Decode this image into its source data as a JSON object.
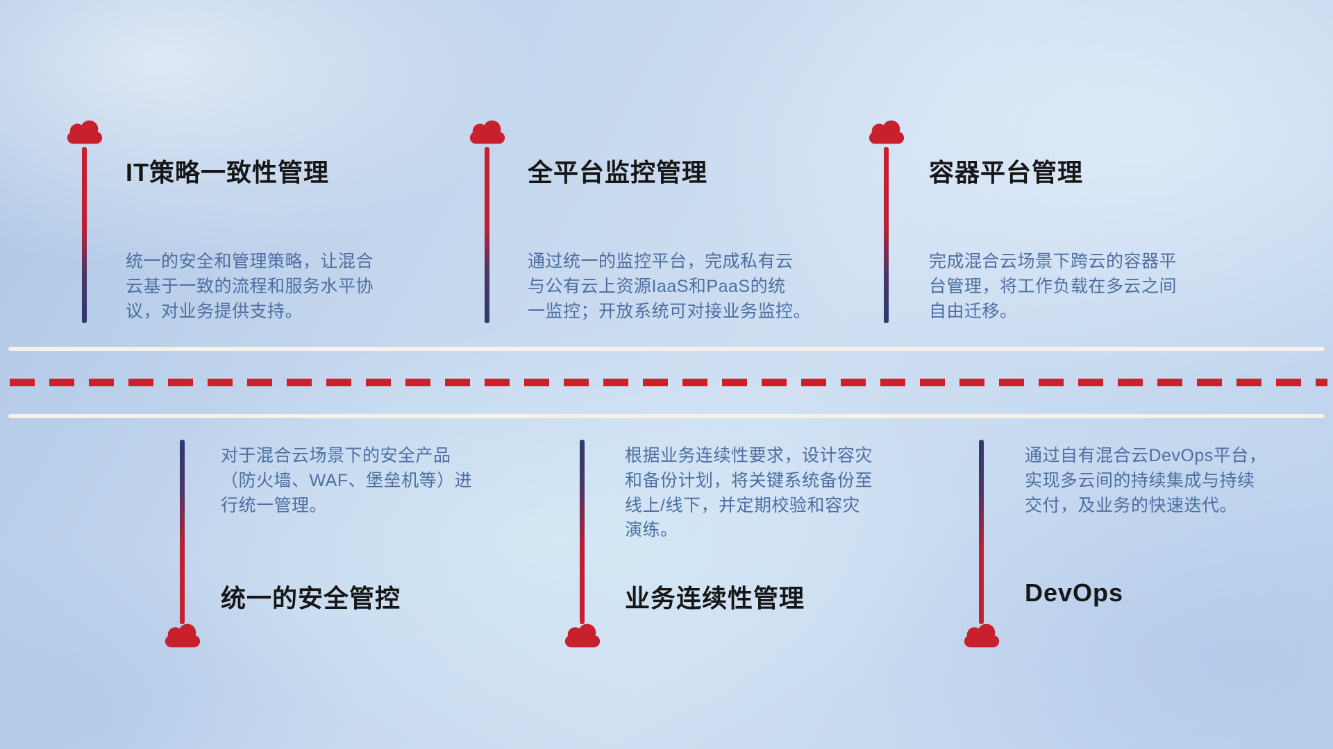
{
  "diagram": {
    "top_items": [
      {
        "title": "IT策略一致性管理",
        "description": "统一的安全和管理策略，让混合\n云基于一致的流程和服务水平协\n议，对业务提供支持。"
      },
      {
        "title": "全平台监控管理",
        "description": "通过统一的监控平台，完成私有云\n与公有云上资源IaaS和PaaS的统\n一监控；开放系统可对接业务监控。"
      },
      {
        "title": "容器平台管理",
        "description": "完成混合云场景下跨云的容器平\n台管理，将工作负载在多云之间\n自由迁移。"
      }
    ],
    "bottom_items": [
      {
        "title": "统一的安全管控",
        "description": "对于混合云场景下的安全产品\n（防火墙、WAF、堡垒机等）进\n行统一管理。"
      },
      {
        "title": "业务连续性管理",
        "description": "根据业务连续性要求，设计容灾\n和备份计划，将关键系统备份至\n线上/线下，并定期校验和容灾\n演练。"
      },
      {
        "title": "DevOps",
        "description": "通过自有混合云DevOps平台，\n实现多云间的持续集成与持续\n交付，及业务的快速迭代。"
      }
    ],
    "colors": {
      "accent_red": "#c8202e",
      "line_navy": "#2e3a6e",
      "title_text": "#161616",
      "description_text": "#4e6ea2",
      "timeline_line": "#f6f2e9",
      "background_blue": "#c6d8ee"
    }
  }
}
